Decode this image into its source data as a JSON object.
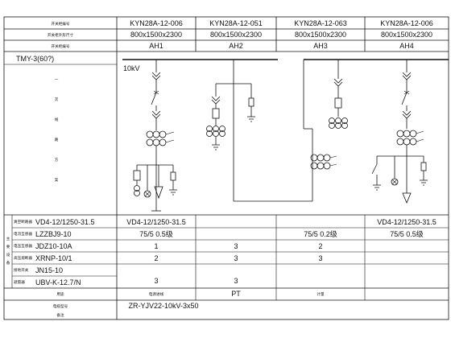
{
  "header_rows": [
    {
      "label": "开关柜编号",
      "cells": [
        "KYN28A-12-006",
        "KYN28A-12-051",
        "KYN28A-12-063",
        "KYN28A-12-006"
      ]
    },
    {
      "label": "开关柜外形尺寸",
      "cells": [
        "800x1500x2300",
        "800x1500x2300",
        "800x1500x2300",
        "800x1500x2300"
      ]
    },
    {
      "label": "开关柜编号",
      "cells": [
        "AH1",
        "AH2",
        "AH3",
        "AH4"
      ]
    }
  ],
  "busbar_label": "TMY-3(60?)",
  "voltage_label": "10kV",
  "diagram_side_label": [
    "一",
    "次",
    "线",
    "路",
    "方",
    "案"
  ],
  "main_equipment_label": [
    "主",
    "要",
    "设",
    "备"
  ],
  "equipment_rows": [
    {
      "label": "真空断路器",
      "model": "VD4-12/1250-31.5",
      "cells": [
        "VD4-12/1250-31.5",
        "",
        "",
        "VD4-12/1250-31.5"
      ]
    },
    {
      "label": "电流互感器",
      "model": "LZZBJ9-10",
      "cells": [
        "75/5 0.5级",
        "",
        "75/5 0.2级",
        "75/5 0.5级"
      ]
    },
    {
      "label": "电压互感器",
      "model": "JDZ10-10A",
      "cells": [
        "1",
        "3",
        "2",
        ""
      ]
    },
    {
      "label": "高压熔断器",
      "model": "XRNP-10/1",
      "cells": [
        "2",
        "3",
        "3",
        ""
      ]
    },
    {
      "label": "接地开关",
      "model": "JN15-10",
      "cells": [
        "",
        "",
        "",
        ""
      ]
    },
    {
      "label": "避雷器",
      "model": "UBV-K-12.7/N",
      "cells": [
        "3",
        "3",
        "",
        ""
      ]
    }
  ],
  "purpose_row": {
    "label": "用途",
    "cells": [
      "电源进线",
      "PT",
      "计量",
      ""
    ]
  },
  "cable_row": {
    "label": "电缆型号",
    "value": "ZR-YJV22-10kV-3x50"
  },
  "remark_row": {
    "label": "备注"
  }
}
